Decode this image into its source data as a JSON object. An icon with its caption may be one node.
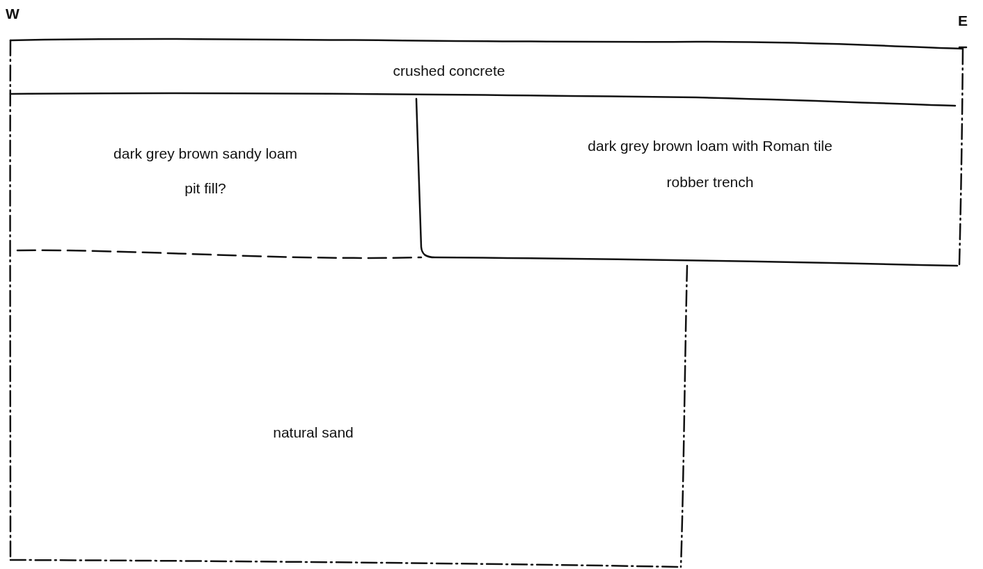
{
  "diagram": {
    "nodes": [
      {
        "text": [
          "crushed concrete"
        ]
      },
      {
        "text": [
          "dark grey brown sandy loam",
          "pit fill?"
        ]
      },
      {
        "text": [
          "dark grey brown loam with Roman tile",
          "robber trench"
        ]
      },
      {
        "text": [
          "natural sand"
        ]
      }
    ],
    "labels": [
      "W",
      "E"
    ]
  }
}
